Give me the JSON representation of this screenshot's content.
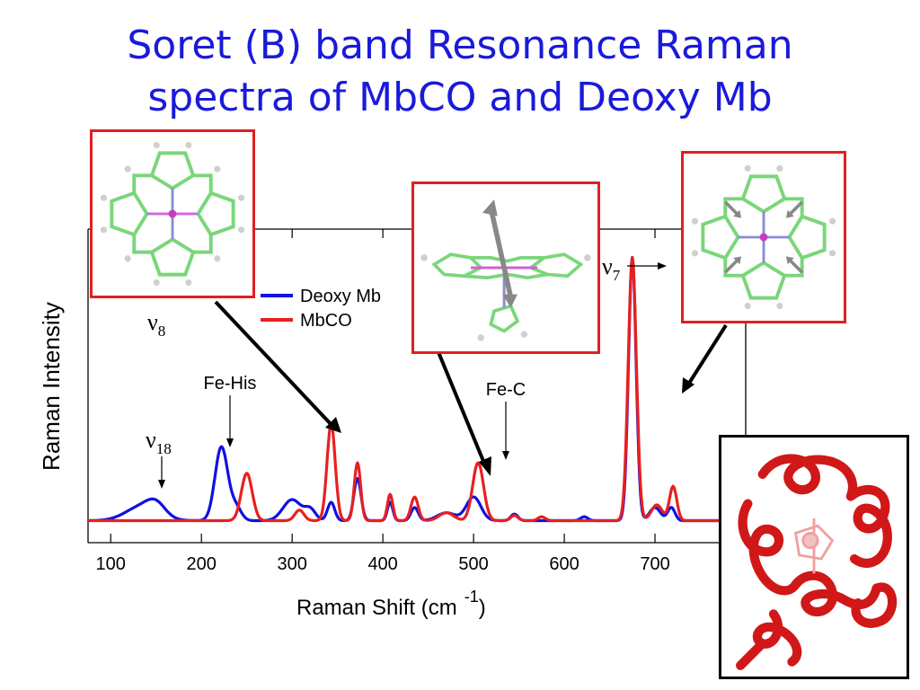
{
  "slide": {
    "title_line1": "Soret (B) band Resonance Raman",
    "title_line2": "spectra of MbCO and Deoxy Mb"
  },
  "colors": {
    "title": "#1a1adb",
    "deoxy": "#1010e0",
    "mbco": "#e82020",
    "frame": "#e02020"
  },
  "chart_data": {
    "type": "line",
    "xlabel": "Raman Shift (cm -1)",
    "xlabel_main": "Raman Shift (cm",
    "xlabel_sup": "-1",
    "xlabel_close": ")",
    "ylabel": "Raman Intensity",
    "xlim": [
      75,
      800
    ],
    "ylim": [
      0,
      1.08
    ],
    "xticks": [
      100,
      200,
      300,
      400,
      500,
      600,
      700
    ],
    "xtick_labels": [
      "100",
      "200",
      "300",
      "400",
      "500",
      "600",
      "700"
    ],
    "legend": {
      "position": "top-left",
      "entries": [
        "Deoxy Mb",
        "MbCO"
      ]
    },
    "series": [
      {
        "name": "Deoxy Mb",
        "color": "#1010e0",
        "peaks": [
          [
            135,
            0.055,
            18
          ],
          [
            150,
            0.04,
            10
          ],
          [
            222,
            0.28,
            7
          ],
          [
            238,
            0.05,
            6
          ],
          [
            300,
            0.08,
            10
          ],
          [
            320,
            0.04,
            6
          ],
          [
            343,
            0.07,
            4
          ],
          [
            372,
            0.16,
            4
          ],
          [
            408,
            0.07,
            3
          ],
          [
            435,
            0.05,
            4
          ],
          [
            470,
            0.03,
            10
          ],
          [
            500,
            0.09,
            8
          ],
          [
            545,
            0.025,
            4
          ],
          [
            622,
            0.015,
            4
          ],
          [
            675,
            1.0,
            4.2
          ],
          [
            700,
            0.05,
            6
          ],
          [
            718,
            0.05,
            4
          ]
        ],
        "baseline": 0.005
      },
      {
        "name": "MbCO",
        "color": "#e82020",
        "peaks": [
          [
            250,
            0.18,
            6
          ],
          [
            308,
            0.04,
            5
          ],
          [
            343,
            0.37,
            4.5
          ],
          [
            372,
            0.22,
            3.5
          ],
          [
            408,
            0.1,
            3
          ],
          [
            435,
            0.09,
            4
          ],
          [
            470,
            0.03,
            8
          ],
          [
            505,
            0.22,
            6
          ],
          [
            545,
            0.02,
            4
          ],
          [
            575,
            0.015,
            4
          ],
          [
            675,
            1.0,
            4.5
          ],
          [
            702,
            0.06,
            6
          ],
          [
            720,
            0.13,
            4
          ]
        ],
        "baseline": 0.005
      }
    ],
    "annotations": [
      {
        "label": "Fe-His",
        "x": 222
      },
      {
        "label": "Fe-C",
        "x": 505
      },
      {
        "label": "ν",
        "sub": "18",
        "x": 150
      },
      {
        "label": "ν",
        "sub": "8"
      },
      {
        "label": "ν",
        "sub": "7"
      }
    ]
  }
}
